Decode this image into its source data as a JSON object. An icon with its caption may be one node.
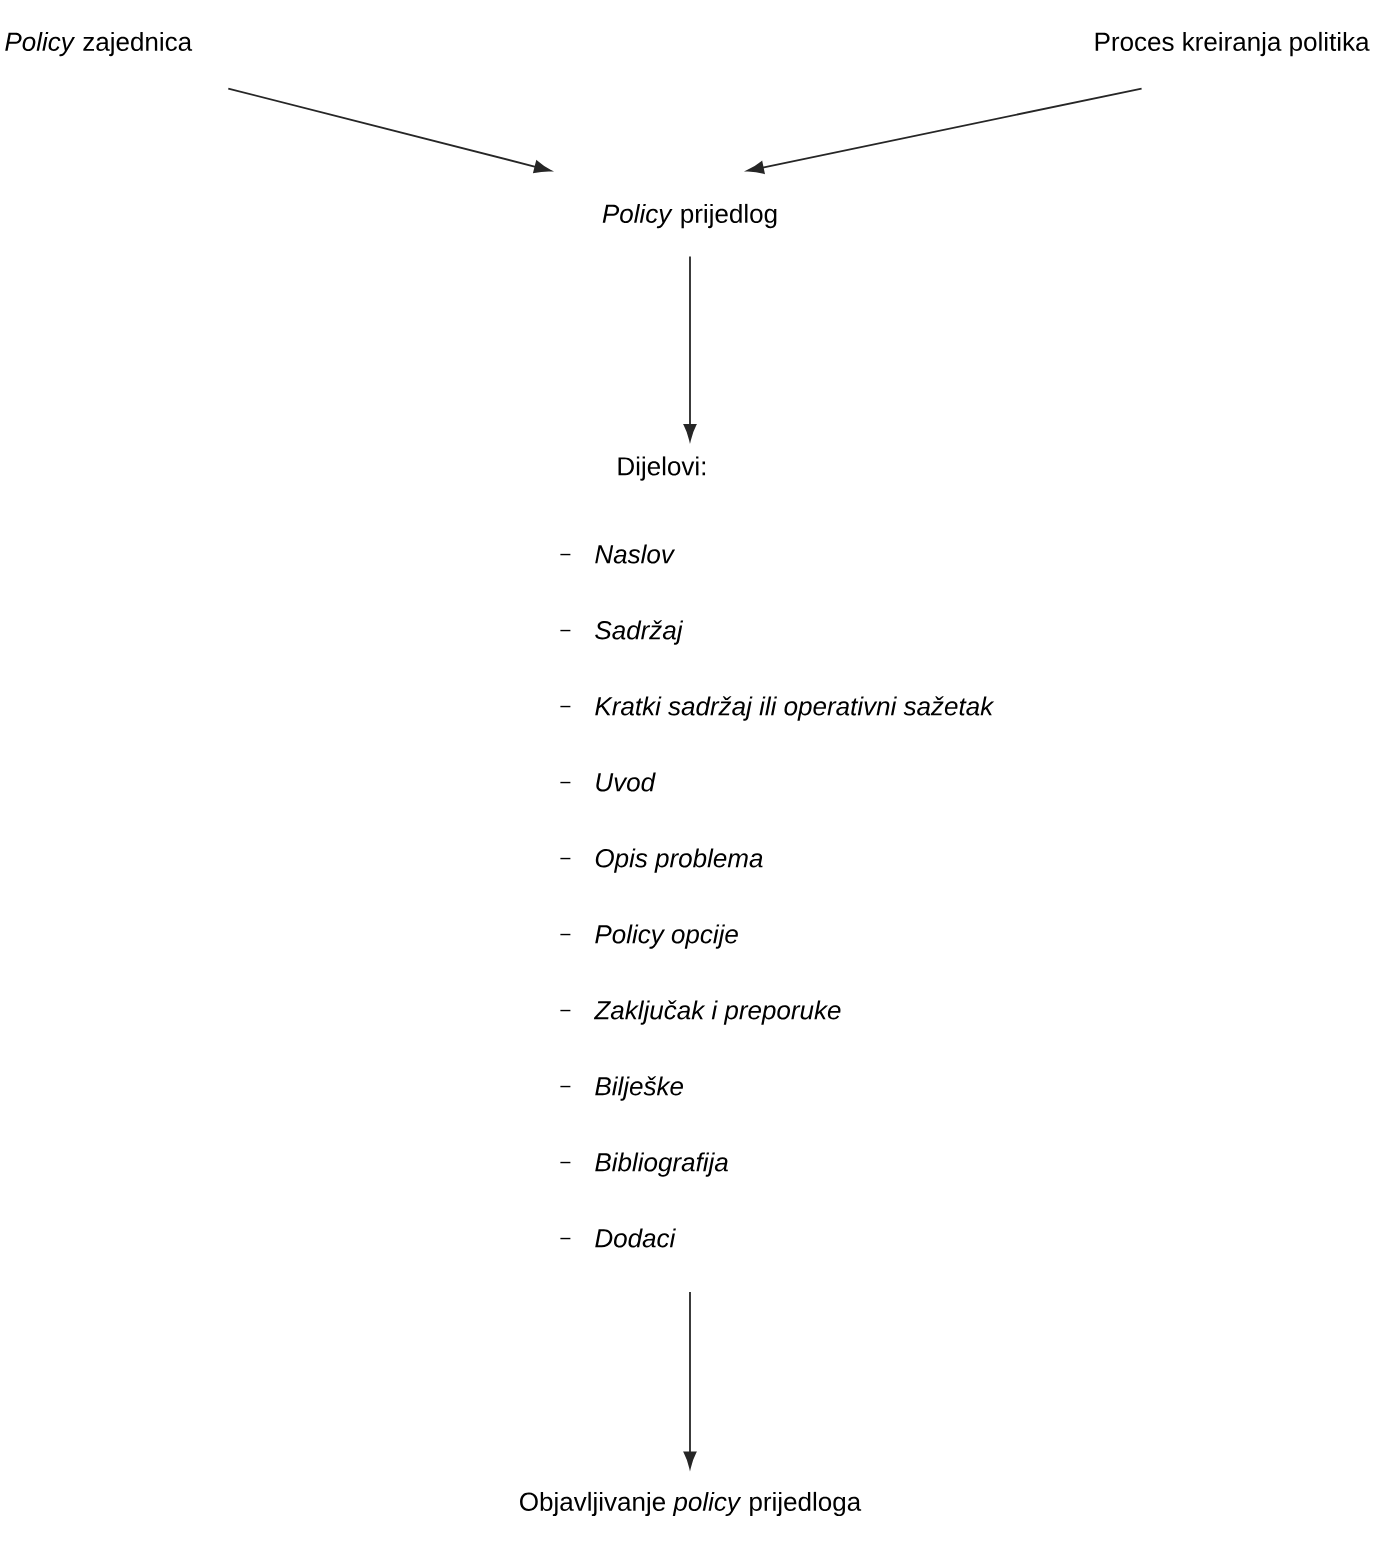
{
  "diagram": {
    "nodes": [
      {
        "text": [
          "*Policy* zajednica"
        ]
      },
      {
        "text": [
          "Proces kreiranja politika"
        ]
      },
      {
        "text": [
          "*Policy* prijedlog"
        ]
      },
      {
        "text": [
          "Dijelovi:",
          "Naslov",
          "Sadržaj",
          "Kratki sadržaj ili operativni sažetak",
          "Uvod",
          "Opis problema",
          "Policy *opcije*",
          "Zaključak i preporuke",
          "Bilješke",
          "Bibliografija",
          "Dodaci"
        ]
      },
      {
        "text": [
          "Objavljivanje *policy* prijedloga"
        ]
      }
    ],
    "edges": [
      {
        "from": 0,
        "to": 2,
        "arrow": "to"
      },
      {
        "from": 1,
        "to": 2,
        "arrow": "to"
      },
      {
        "from": 2,
        "to": 3,
        "arrow": "to"
      },
      {
        "from": 3,
        "to": 4,
        "arrow": "to"
      }
    ]
  }
}
